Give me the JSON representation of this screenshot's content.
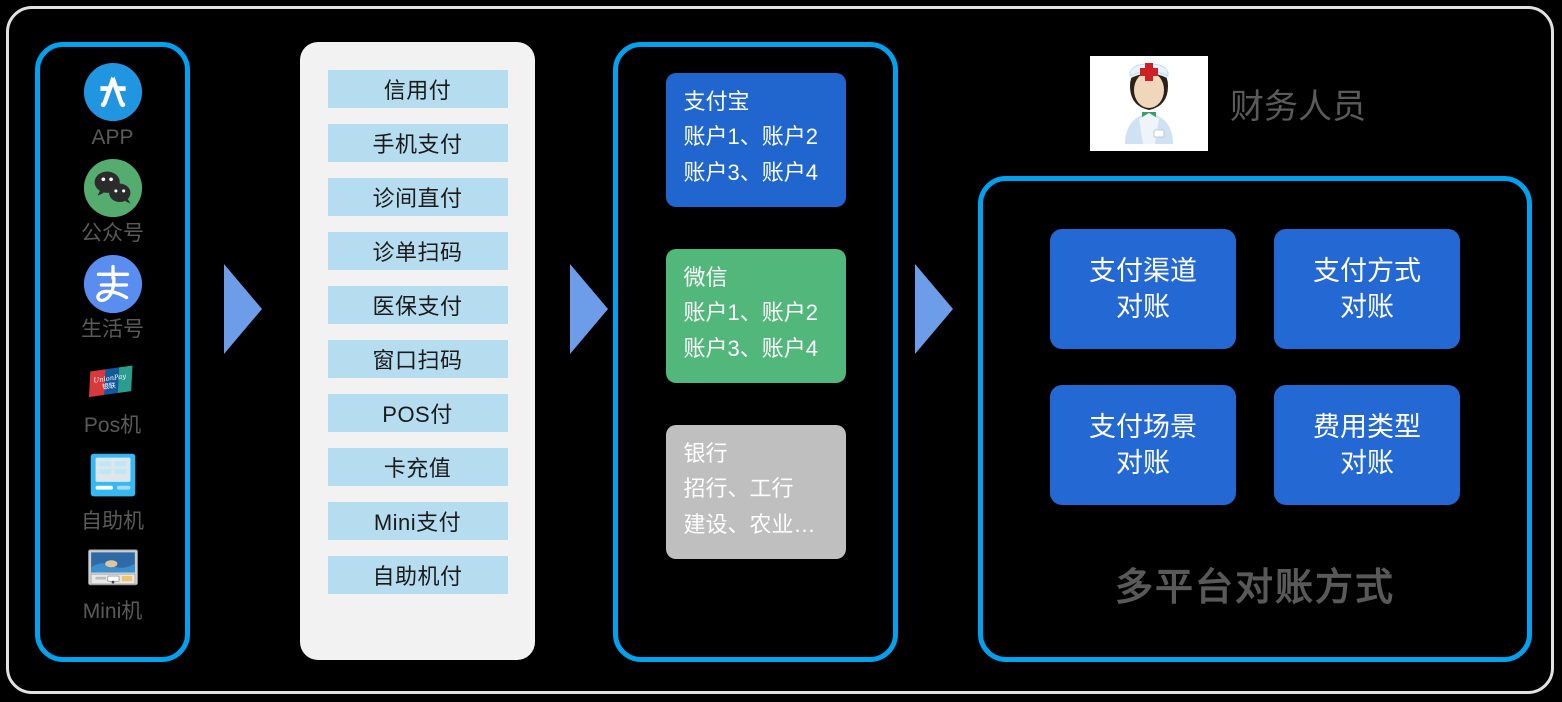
{
  "sources": {
    "title": "payment-sources",
    "items": [
      {
        "icon": "app-store-icon",
        "label": "APP"
      },
      {
        "icon": "wechat-icon",
        "label": "公众号"
      },
      {
        "icon": "alipay-icon",
        "label": "生活号"
      },
      {
        "icon": "unionpay-pos-icon",
        "label": "Pos机"
      },
      {
        "icon": "kiosk-icon",
        "label": "自助机"
      },
      {
        "icon": "mini-terminal-icon",
        "label": "Mini机"
      }
    ]
  },
  "methods": {
    "title": "payment-methods",
    "items": [
      "信用付",
      "手机支付",
      "诊间直付",
      "诊单扫码",
      "医保支付",
      "窗口扫码",
      "POS付",
      "卡充值",
      "Mini支付",
      "自助机付"
    ]
  },
  "channels": {
    "title": "payment-channels",
    "items": [
      {
        "name": "支付宝",
        "lines": [
          "账户1、账户2",
          "账户3、账户4"
        ],
        "color": "#2066ce",
        "style": "blue"
      },
      {
        "name": "微信",
        "lines": [
          "账户1、账户2",
          "账户3、账户4"
        ],
        "color": "#52b77b",
        "style": "green"
      },
      {
        "name": "银行",
        "lines": [
          "招行、工行",
          "建设、农业…"
        ],
        "color": "#bfbfbf",
        "style": "gray"
      }
    ]
  },
  "reconciliation": {
    "staff": {
      "avatar_icon": "finance-staff-avatar",
      "label": "财务人员"
    },
    "boxes": [
      "支付渠道\n对账",
      "支付方式\n对账",
      "支付场景\n对账",
      "费用类型\n对账"
    ],
    "caption": "多平台对账方式"
  },
  "arrows": {
    "icon": "arrow-right-icon",
    "count": 3,
    "color": "#6d9ce8"
  },
  "colors": {
    "frame_border": "#e2e2e2",
    "panel_border": "#00a2ef",
    "background": "#000000",
    "method_chip": "#b6dcf0",
    "method_panel": "#f2f2f2",
    "recon_box": "#2468d4",
    "label_text": "#5a5a5a"
  }
}
